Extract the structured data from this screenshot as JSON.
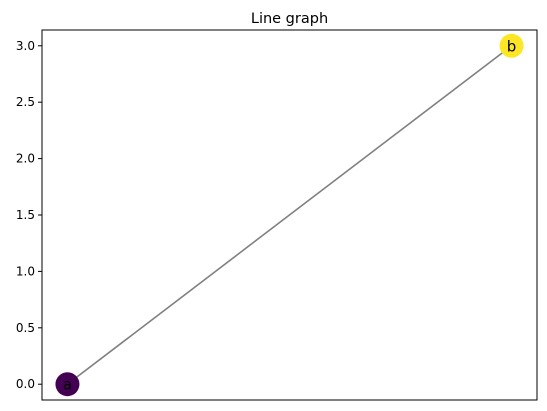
{
  "chart_data": {
    "type": "line",
    "title": "Line graph",
    "xlabel": "",
    "ylabel": "",
    "x": [
      0,
      1
    ],
    "ylim": [
      -0.14,
      3.14
    ],
    "yticks": [
      0.0,
      0.5,
      1.0,
      1.5,
      2.0,
      2.5,
      3.0
    ],
    "ytick_labels": [
      "0.0",
      "0.5",
      "1.0",
      "1.5",
      "2.0",
      "2.5",
      "3.0"
    ],
    "grid": false,
    "edges": [
      {
        "from": "a",
        "to": "b",
        "color": "#808080"
      }
    ],
    "nodes": [
      {
        "label": "a",
        "x": 0,
        "y": 0.0,
        "color": "#440154"
      },
      {
        "label": "b",
        "x": 1,
        "y": 3.0,
        "color": "#fde725"
      }
    ]
  }
}
